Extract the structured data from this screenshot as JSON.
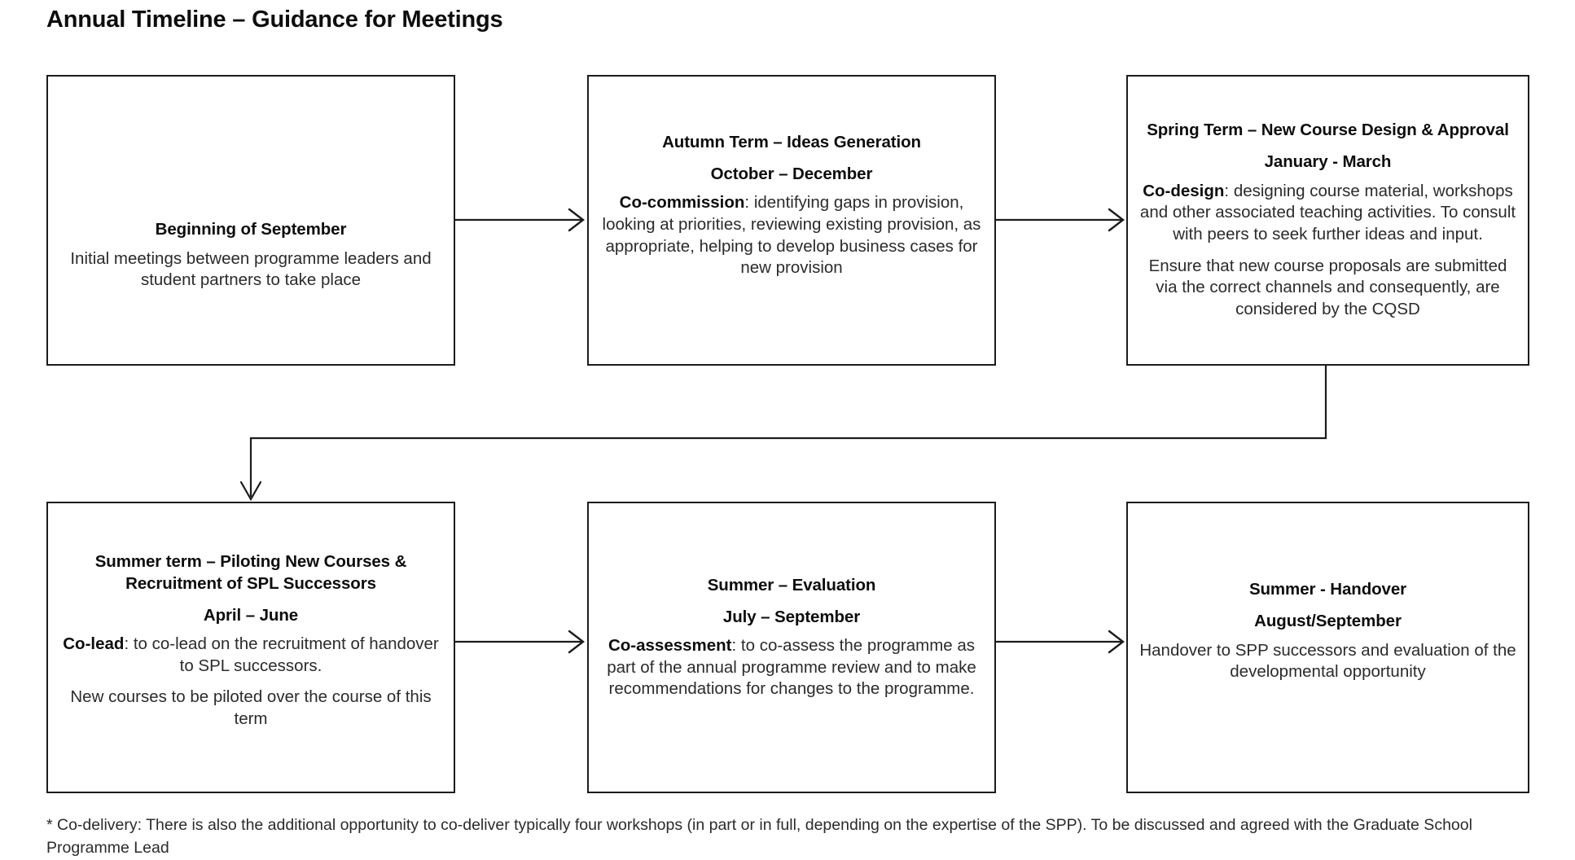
{
  "page": {
    "title": "Annual Timeline – Guidance for Meetings",
    "background_color": "#ffffff",
    "text_color": "#2b2b2b",
    "line_color": "#1c1c1c"
  },
  "boxes": [
    {
      "id": "box-1",
      "heading1": "Beginning of September",
      "heading2": "",
      "body1_lead": "",
      "body1": "Initial meetings between programme  leaders and student partners to take place",
      "body2": ""
    },
    {
      "id": "box-2",
      "heading1": "Autumn Term – Ideas Generation",
      "heading2": "October – December",
      "body1_lead": "Co-commission",
      "body1": ": identifying gaps in provision, looking at priorities, reviewing existing provision, as appropriate, helping to develop business cases for new provision",
      "body2": ""
    },
    {
      "id": "box-3",
      "heading1": "Spring Term – New Course Design & Approval",
      "heading2": "January - March",
      "body1_lead": "Co-design",
      "body1": ": designing course material, workshops and other associated teaching activities. To consult with peers to seek further ideas and input.",
      "body2": "Ensure that new course proposals are submitted via the correct channels and consequently, are considered by the CQSD"
    },
    {
      "id": "box-4",
      "heading1": "Summer term – Piloting New Courses & Recruitment of SPL Successors",
      "heading2": "April – June",
      "body1_lead": "Co-lead",
      "body1": ": to co-lead on the recruitment of handover to SPL successors.",
      "body2": "New courses to be piloted over the course of this term"
    },
    {
      "id": "box-5",
      "heading1": "Summer – Evaluation",
      "heading2": "July – September",
      "body1_lead": "Co-assessment",
      "body1": ": to co-assess the programme as part of the annual programme review and to make recommendations  for changes to the programme.",
      "body2": ""
    },
    {
      "id": "box-6",
      "heading1": "Summer - Handover",
      "heading2": "August/September",
      "body1_lead": "",
      "body1": "Handover to SPP successors and evaluation of the developmental opportunity",
      "body2": ""
    }
  ],
  "connectors": [
    {
      "name": "arrow-box1-to-box2",
      "type": "straight-right"
    },
    {
      "name": "arrow-box2-to-box3",
      "type": "straight-right"
    },
    {
      "name": "arrow-box3-to-box4",
      "type": "elbow-down-left-down"
    },
    {
      "name": "arrow-box4-to-box5",
      "type": "straight-right"
    },
    {
      "name": "arrow-box5-to-box6",
      "type": "straight-right"
    }
  ],
  "footnote": {
    "text": "* Co-delivery: There is also the additional opportunity  to co-deliver typically four workshops (in part or in full, depending on the expertise of the SPP). To be discussed and agreed with the Graduate School Programme  Lead"
  }
}
